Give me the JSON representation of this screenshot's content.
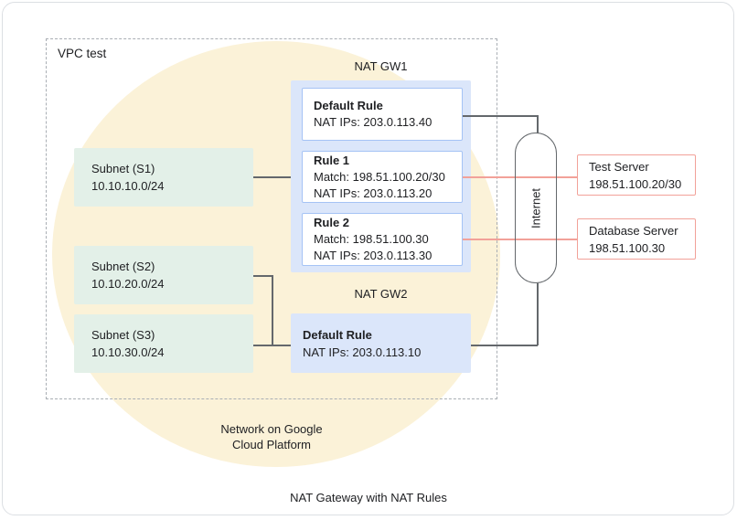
{
  "diagram": {
    "vpc_label": "VPC test",
    "internet_label": "Internet",
    "platform_label_line1": "Network on Google",
    "platform_label_line2": "Cloud Platform",
    "caption": "NAT Gateway with NAT Rules"
  },
  "subnets": [
    {
      "name": "Subnet (S1)",
      "cidr": "10.10.10.0/24"
    },
    {
      "name": "Subnet (S2)",
      "cidr": "10.10.20.0/24"
    },
    {
      "name": "Subnet (S3)",
      "cidr": "10.10.30.0/24"
    }
  ],
  "nat_gw1": {
    "title": "NAT GW1",
    "rules": [
      {
        "name": "Default Rule",
        "nat_ips": "NAT IPs: 203.0.113.40"
      },
      {
        "name": "Rule 1",
        "match": "Match: 198.51.100.20/30",
        "nat_ips": "NAT IPs: 203.0.113.20"
      },
      {
        "name": "Rule 2",
        "match": "Match: 198.51.100.30",
        "nat_ips": "NAT IPs: 203.0.113.30"
      }
    ]
  },
  "nat_gw2": {
    "title": "NAT GW2",
    "rule": {
      "name": "Default Rule",
      "nat_ips": "NAT IPs: 203.0.113.10"
    }
  },
  "servers": [
    {
      "name": "Test Server",
      "ip": "198.51.100.20/30"
    },
    {
      "name": "Database Server",
      "ip": "198.51.100.30"
    }
  ],
  "colors": {
    "circle_fill": "#fbf2d8",
    "subnet_fill": "#e3f0e8",
    "gateway_fill": "#dbe6fa",
    "rule_border": "#a5c3f5",
    "server_border": "#f2a199",
    "red_line": "#f2a199",
    "gray_line": "#64686c",
    "dashed_border": "#a9aeb4",
    "text": "#202124"
  }
}
